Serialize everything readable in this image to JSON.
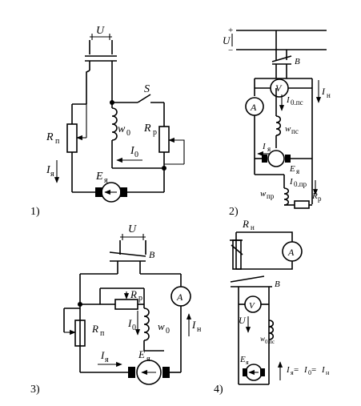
{
  "panels": [
    {
      "number": "1)",
      "labels": {
        "U": "U",
        "S": "S",
        "Rp_left": "R",
        "Rp_left_sub": "п",
        "w0": "w",
        "w0_sub": "0",
        "Rr": "R",
        "Rr_sub": "р",
        "I0": "I",
        "I0_sub": "0",
        "Ia": "I",
        "Ia_sub": "я",
        "Ea": "E",
        "Ea_sub": "я"
      }
    },
    {
      "number": "2)",
      "labels": {
        "plus": "+",
        "minus": "−",
        "U": "U",
        "B": "B",
        "V": "V",
        "A": "A",
        "In": "I",
        "In_sub": "н",
        "I0ps": "I",
        "I0ps_sub": "0.пс",
        "wps": "w",
        "wps_sub": "пс",
        "Ia": "I",
        "Ia_sub": "я",
        "Ea": "E",
        "Ea_sub": "я",
        "I0pr": "I",
        "I0pr_sub": "0.пр",
        "wpr": "w",
        "wpr_sub": "пр",
        "Rr": "R",
        "Rr_sub": "р"
      }
    },
    {
      "number": "3)",
      "labels": {
        "U": "U",
        "B": "B",
        "Rr": "R",
        "Rr_sub": "р",
        "A": "A",
        "I0": "I",
        "I0_sub": "0",
        "w0": "w",
        "w0_sub": "0",
        "Rp": "R",
        "Rp_sub": "п",
        "In": "I",
        "In_sub": "н",
        "Ia": "I",
        "Ia_sub": "я",
        "Ea": "E",
        "Ea_sub": "я"
      }
    },
    {
      "number": "4)",
      "labels": {
        "Rn": "R",
        "Rn_sub": "н",
        "A": "A",
        "B": "B",
        "V": "V",
        "U": "U",
        "w0ps": "w",
        "w0ps_sub": "0.пс",
        "Ea": "E",
        "Ea_sub": "я",
        "eq_Ia": "I",
        "eq_Ia_sub": "я",
        "eq_eq1": " = ",
        "eq_I0": "I",
        "eq_I0_sub": "0",
        "eq_eq2": " = ",
        "eq_In": "I",
        "eq_In_sub": "н"
      }
    }
  ]
}
